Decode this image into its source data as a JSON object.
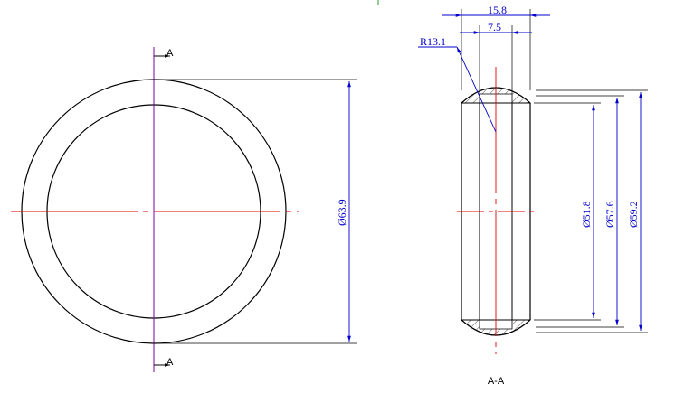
{
  "colors": {
    "outline": "#000000",
    "centerline": "#e00000",
    "dimension": "#0000cc",
    "section_plane": "#8000a0",
    "hatch": "#000000"
  },
  "front_view": {
    "section_marker_top": "A",
    "section_marker_bottom": "A",
    "outer_diameter_label": "Ø63.9"
  },
  "section_view": {
    "title": "A-A",
    "width_label": "15.8",
    "slot_width_label": "7.5",
    "radius_label": "R13.1",
    "inner_diameter_label": "Ø51.8",
    "mid_diameter_label": "Ø57.6",
    "outer_diameter_label": "Ø59.2"
  }
}
